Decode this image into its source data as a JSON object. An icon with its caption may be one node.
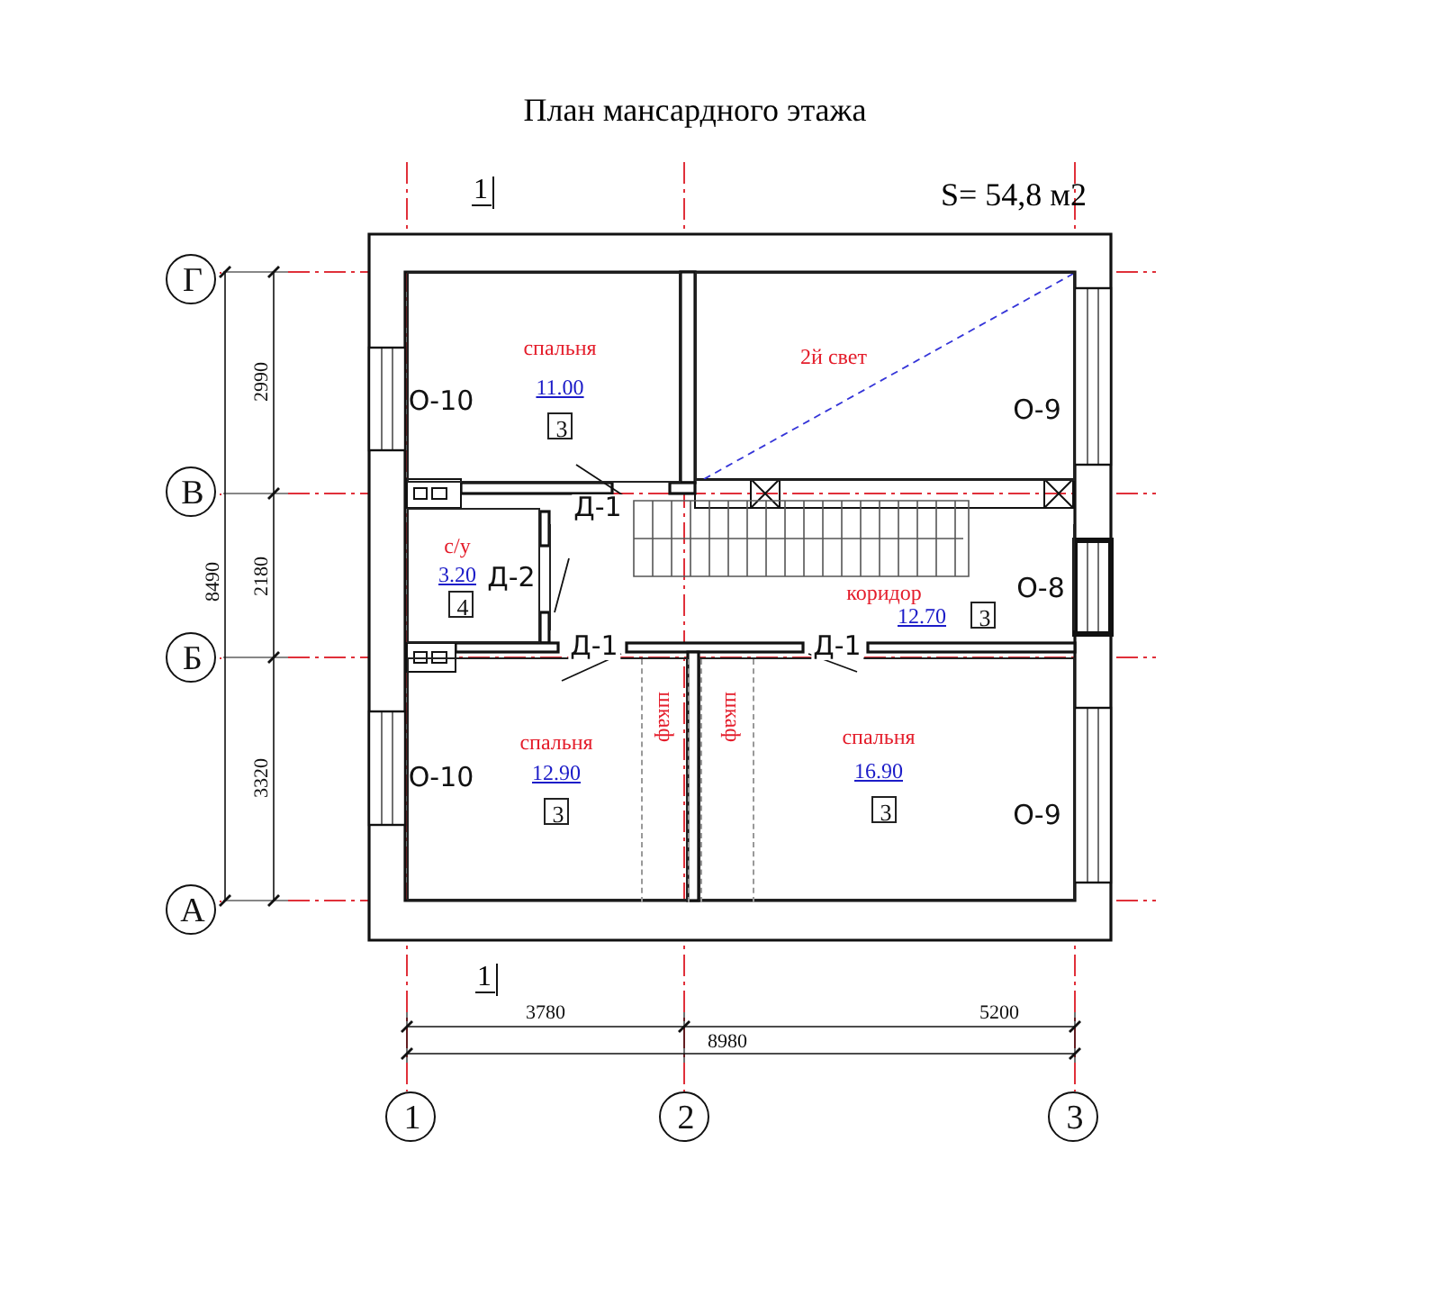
{
  "diagram": {
    "title": "План  мансардного этажа",
    "nodes": [
      {
        "text": [
          "Г"
        ]
      },
      {
        "text": [
          "В"
        ]
      },
      {
        "text": [
          "Б"
        ]
      },
      {
        "text": [
          "А"
        ]
      },
      {
        "text": [
          "1"
        ]
      },
      {
        "text": [
          "2"
        ]
      },
      {
        "text": [
          "3"
        ]
      },
      {
        "text": [
          "спальня",
          "11.00"
        ]
      },
      {
        "text": [
          "3"
        ],
        "in": 7
      },
      {
        "text": [
          "2й свет"
        ]
      },
      {
        "text": [
          "с/у",
          "3.20"
        ]
      },
      {
        "text": [
          "4"
        ],
        "in": 10
      },
      {
        "text": [
          "коридор",
          "12.70"
        ]
      },
      {
        "text": [
          "3"
        ],
        "in": 12
      },
      {
        "text": [
          "спальня",
          "12.90"
        ]
      },
      {
        "text": [
          "3"
        ],
        "in": 14
      },
      {
        "text": [
          "шкаф"
        ],
        "in": 14
      },
      {
        "text": [
          "спальня",
          "16.90"
        ]
      },
      {
        "text": [
          "шкаф"
        ],
        "in": 17
      },
      {
        "text": [
          "3"
        ],
        "in": 17
      }
    ],
    "labels": [
      "S= 54,8 м2",
      "1",
      "О-10",
      "О-9",
      "Д-1",
      "Д-2",
      "Д-1",
      "Д-1",
      "О-8",
      "О-10",
      "О-9",
      "1",
      "2990",
      "8490",
      "2180",
      "3320",
      "3780",
      "5200",
      "8980"
    ]
  }
}
